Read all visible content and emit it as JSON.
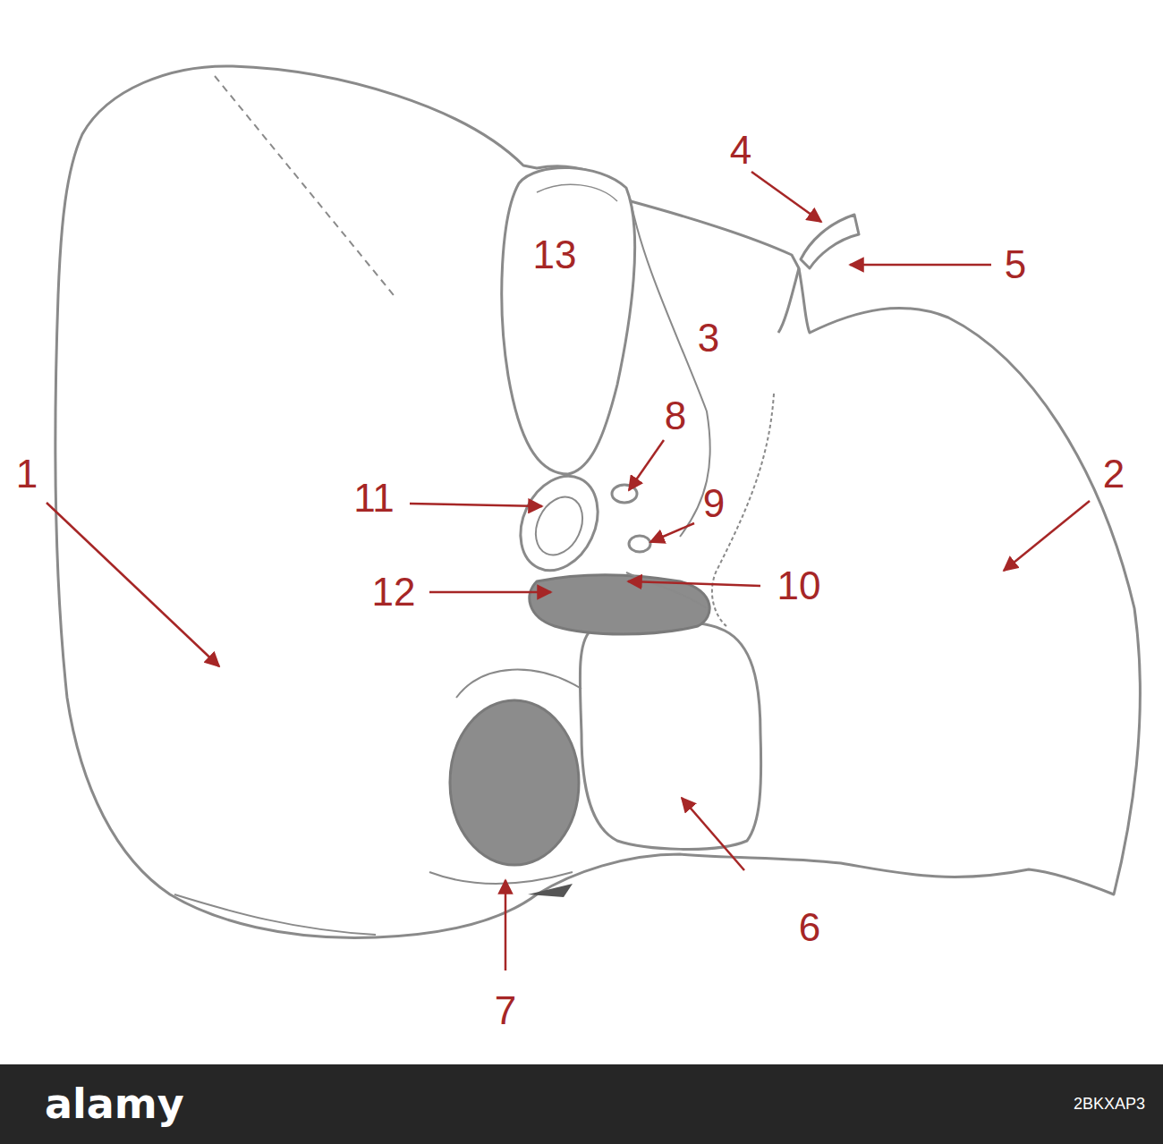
{
  "diagram": {
    "labels": [
      "4",
      "5",
      "13",
      "3",
      "8",
      "11",
      "9",
      "2",
      "1",
      "10",
      "12",
      "6",
      "7",
      "alamy",
      "2BKXAP3"
    ]
  }
}
